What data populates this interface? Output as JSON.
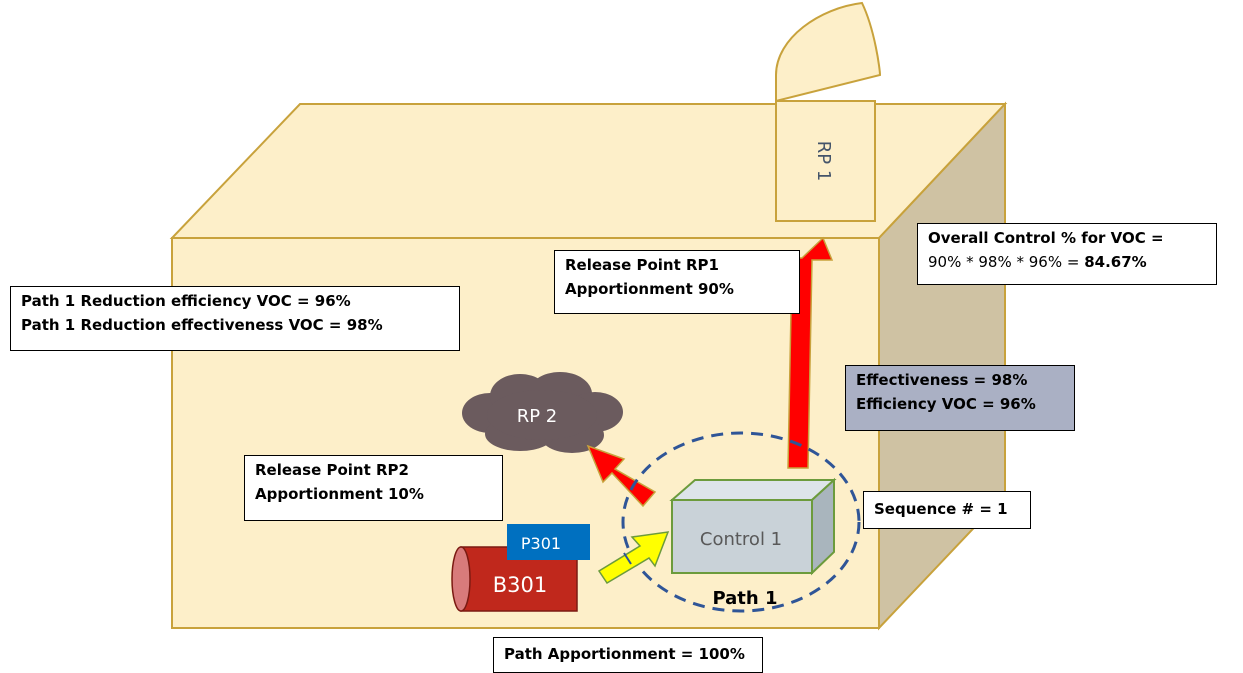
{
  "colors": {
    "building_front": "#fdefc9",
    "building_side": "#cfc2a3",
    "building_stroke": "#c8a23c",
    "arrow_red": "#ff0000",
    "arrow_yellow": "#ffff00",
    "cloud": "#6b5b5e",
    "control_box": "#c9d2d8",
    "control_stroke": "#6c9b3c",
    "dashed_circle": "#2f5597",
    "tank": "#c0281c",
    "tank_end": "#d87b7b",
    "tag_blue": "#0070c0",
    "info_gray": "#aab0c4"
  },
  "diagram": {
    "rp1_label": "RP 1",
    "rp2_label": "RP 2",
    "control_label": "Control 1",
    "path_label": "Path 1",
    "tank_label": "B301",
    "tag_label": "P301"
  },
  "boxes": {
    "path_reduction": {
      "line1": "Path 1 Reduction efficiency VOC = 96%",
      "line2": "Path 1 Reduction effectiveness VOC = 98%"
    },
    "release_rp1": {
      "line1": "Release Point RP1",
      "line2": "Apportionment 90%"
    },
    "overall_control": {
      "line1": "Overall Control % for VOC =",
      "formula": "90% * 98% * 96% = ",
      "result": "84.67%"
    },
    "effectiveness": {
      "line1": "Effectiveness = 98%",
      "line2": "Efficiency VOC = 96%"
    },
    "release_rp2": {
      "line1": "Release Point RP2",
      "line2": "Apportionment 10%"
    },
    "sequence": {
      "line1": "Sequence # = 1"
    },
    "path_apportionment": {
      "line1": "Path Apportionment = 100%"
    }
  }
}
